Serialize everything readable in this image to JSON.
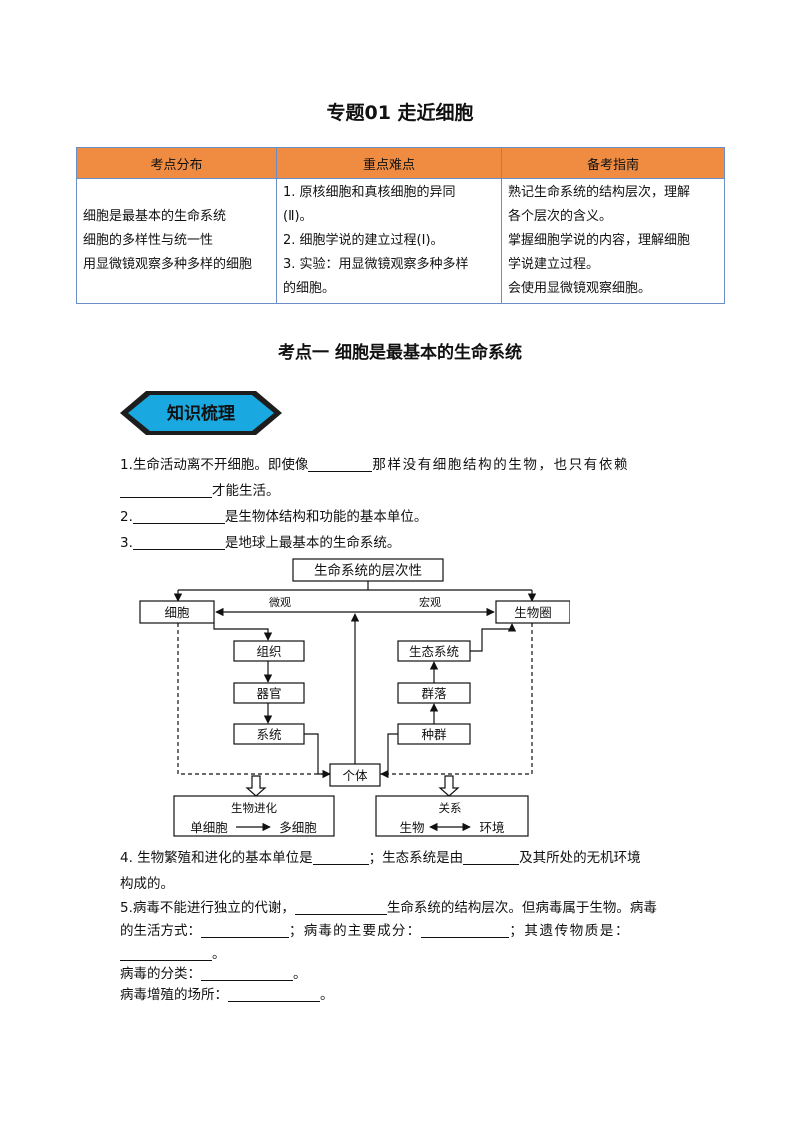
{
  "doc": {
    "title": "专题01  走近细胞",
    "section_title": "考点一    细胞是最基本的生命系统",
    "badge": "知识梳理"
  },
  "table": {
    "headers": [
      "考点分布",
      "重点难点",
      "备考指南"
    ],
    "col1": [
      "细胞是最基本的生命系统",
      "细胞的多样性与统一性",
      "用显微镜观察多种多样的细胞"
    ],
    "col2": [
      "1.  原核细胞和真核细胞的异同",
      "(Ⅱ)。",
      "2. 细胞学说的建立过程(Ⅰ)。",
      "3. 实验：用显微镜观察多种多样",
      "的细胞。"
    ],
    "col3": [
      "熟记生命系统的结构层次，理解",
      "各个层次的含义。",
      "掌握细胞学说的内容，理解细胞",
      "学说建立过程。",
      "会使用显微镜观察细胞。"
    ]
  },
  "paragraphs": {
    "p1a": "1.生命活动离不开细胞。即使像",
    "p1b": "那样没有细胞结构的生物，也只有依赖",
    "p1c": "才能生活。",
    "p2a": "2.",
    "p2b": "是生物体结构和功能的基本单位。",
    "p3a": "3.",
    "p3b": "是地球上最基本的生命系统。",
    "p4a": "4. 生物繁殖和进化的基本单位是",
    "p4b": "；生态系统是由",
    "p4c": "及其所处的无机环境",
    "p4d": "构成的。",
    "p5a": "5.病毒不能进行独立的代谢，",
    "p5b": "生命系统的结构层次。但病毒属于生物。病毒",
    "p5c": "的生活方式：",
    "p5d": "；病毒的主要成分：",
    "p5e": "；其遗传物质是：",
    "p5f": "。",
    "p6a": "病毒的分类：",
    "p6b": "。",
    "p7a": "病毒增殖的场所：",
    "p7b": "。"
  },
  "diagram": {
    "top": "生命系统的层次性",
    "cell": "细胞",
    "biosphere": "生物圈",
    "micro": "微观",
    "macro": "宏观",
    "tissue": "组织",
    "organ": "器官",
    "system": "系统",
    "individual": "个体",
    "ecosystem": "生态系统",
    "community": "群落",
    "population": "种群",
    "evo_title": "生物进化",
    "evo_from": "单细胞",
    "evo_to": "多细胞",
    "rel_title": "关系",
    "rel_left": "生物",
    "rel_right": "环境"
  }
}
